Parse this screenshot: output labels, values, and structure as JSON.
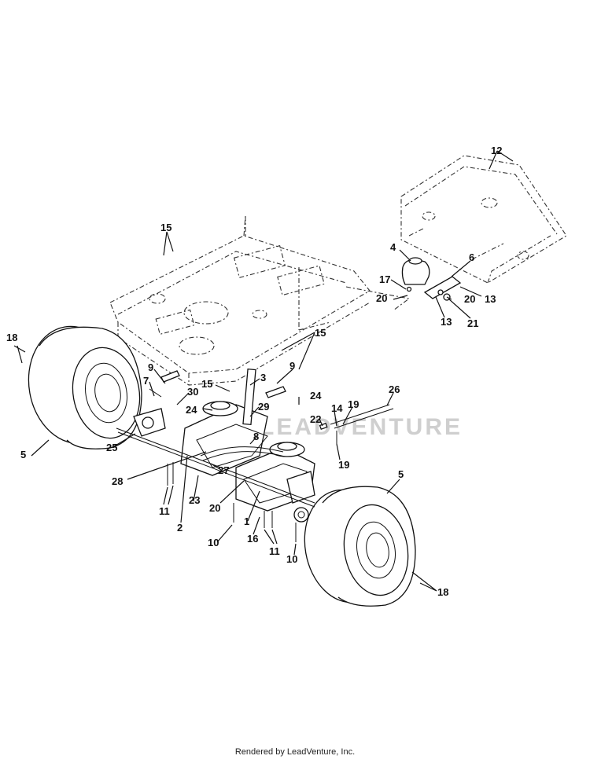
{
  "watermark": "LEADVENTURE",
  "footer": "Rendered by LeadVenture, Inc.",
  "callouts": [
    {
      "id": "c12",
      "text": "12"
    },
    {
      "id": "c15a",
      "text": "15"
    },
    {
      "id": "c4",
      "text": "4"
    },
    {
      "id": "c6",
      "text": "6"
    },
    {
      "id": "c17",
      "text": "17"
    },
    {
      "id": "c20a",
      "text": "20"
    },
    {
      "id": "c20b",
      "text": "20"
    },
    {
      "id": "c13a",
      "text": "13"
    },
    {
      "id": "c13b",
      "text": "13"
    },
    {
      "id": "c21",
      "text": "21"
    },
    {
      "id": "c18a",
      "text": "18"
    },
    {
      "id": "c15b",
      "text": "15"
    },
    {
      "id": "c9a",
      "text": "9"
    },
    {
      "id": "c9b",
      "text": "9"
    },
    {
      "id": "c3",
      "text": "3"
    },
    {
      "id": "c15c",
      "text": "15"
    },
    {
      "id": "c7",
      "text": "7"
    },
    {
      "id": "c30",
      "text": "30"
    },
    {
      "id": "c24a",
      "text": "24"
    },
    {
      "id": "c24b",
      "text": "24"
    },
    {
      "id": "c29",
      "text": "29"
    },
    {
      "id": "c26",
      "text": "26"
    },
    {
      "id": "c19a",
      "text": "19"
    },
    {
      "id": "c14",
      "text": "14"
    },
    {
      "id": "c22",
      "text": "22"
    },
    {
      "id": "c19b",
      "text": "19"
    },
    {
      "id": "c8",
      "text": "8"
    },
    {
      "id": "c5a",
      "text": "5"
    },
    {
      "id": "c25",
      "text": "25"
    },
    {
      "id": "c28",
      "text": "28"
    },
    {
      "id": "c27",
      "text": "27"
    },
    {
      "id": "c23",
      "text": "23"
    },
    {
      "id": "c20c",
      "text": "20"
    },
    {
      "id": "c11a",
      "text": "11"
    },
    {
      "id": "c2",
      "text": "2"
    },
    {
      "id": "c1",
      "text": "1"
    },
    {
      "id": "c16",
      "text": "16"
    },
    {
      "id": "c10a",
      "text": "10"
    },
    {
      "id": "c11b",
      "text": "11"
    },
    {
      "id": "c10b",
      "text": "10"
    },
    {
      "id": "c5b",
      "text": "5"
    },
    {
      "id": "c18b",
      "text": "18"
    }
  ]
}
